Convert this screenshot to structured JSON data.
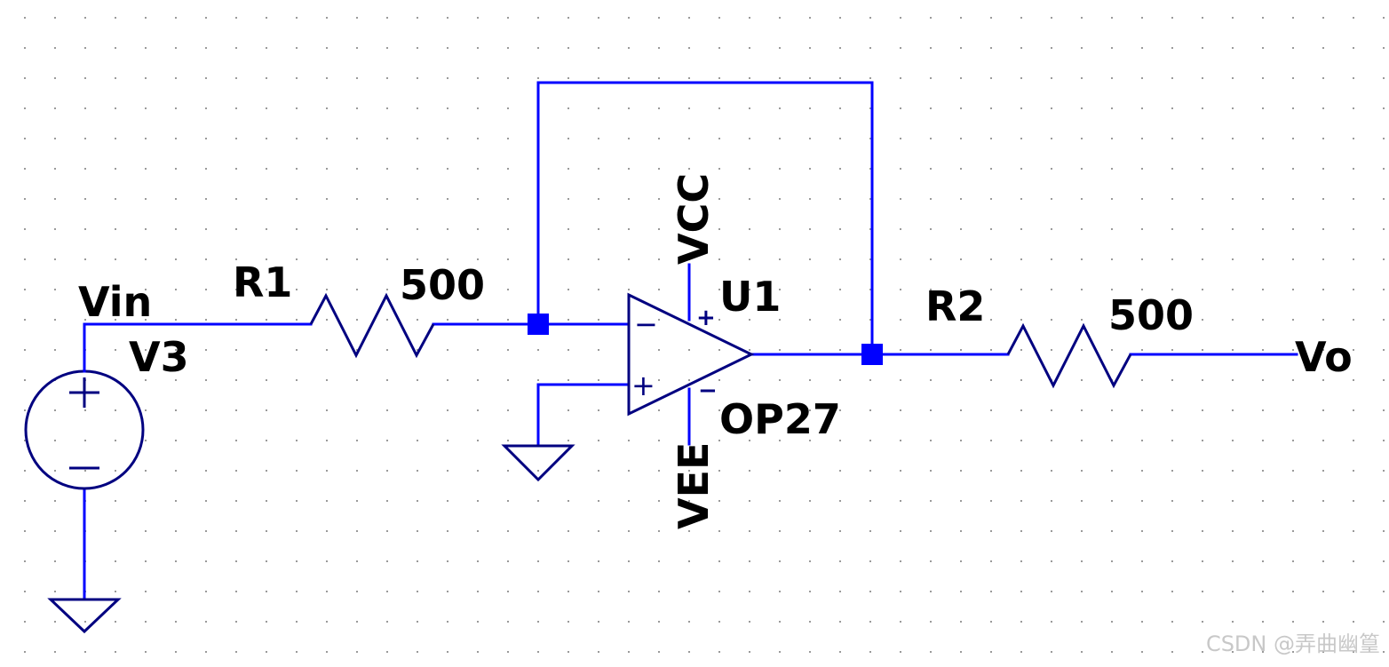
{
  "schematic": {
    "source": {
      "ref": "V3"
    },
    "input_net": "Vin",
    "output_net": "Vo",
    "r1": {
      "ref": "R1",
      "value": "500"
    },
    "r2": {
      "ref": "R2",
      "value": "500"
    },
    "opamp": {
      "ref": "U1",
      "model": "OP27",
      "supply_positive": "VCC",
      "supply_negative": "VEE"
    }
  },
  "watermark": "CSDN @弄曲幽篁",
  "colors": {
    "wire": "#0000ff",
    "symbol": "#000080",
    "grid_dot": "#9a9a9a",
    "label": "#000000"
  }
}
